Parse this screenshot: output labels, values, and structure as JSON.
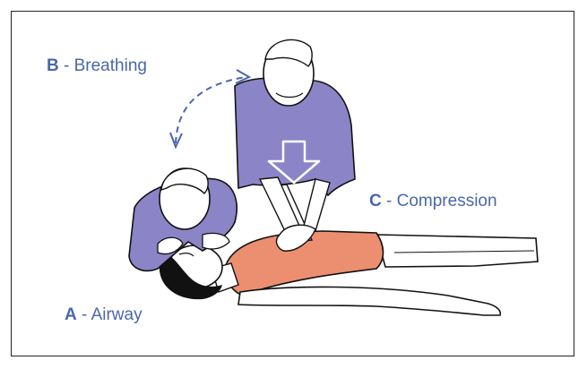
{
  "labels": {
    "breathing": {
      "letter": "B",
      "text": " - Breathing"
    },
    "compression": {
      "letter": "C",
      "text": " - Compression"
    },
    "airway": {
      "letter": "A",
      "text": " - Airway"
    }
  },
  "colors": {
    "label_text": "#4a67a8",
    "rescuer_shirt": "#8b84c7",
    "patient_shirt": "#ec8f70",
    "patient_hair": "#111111",
    "arrow": "#4a67a8"
  }
}
